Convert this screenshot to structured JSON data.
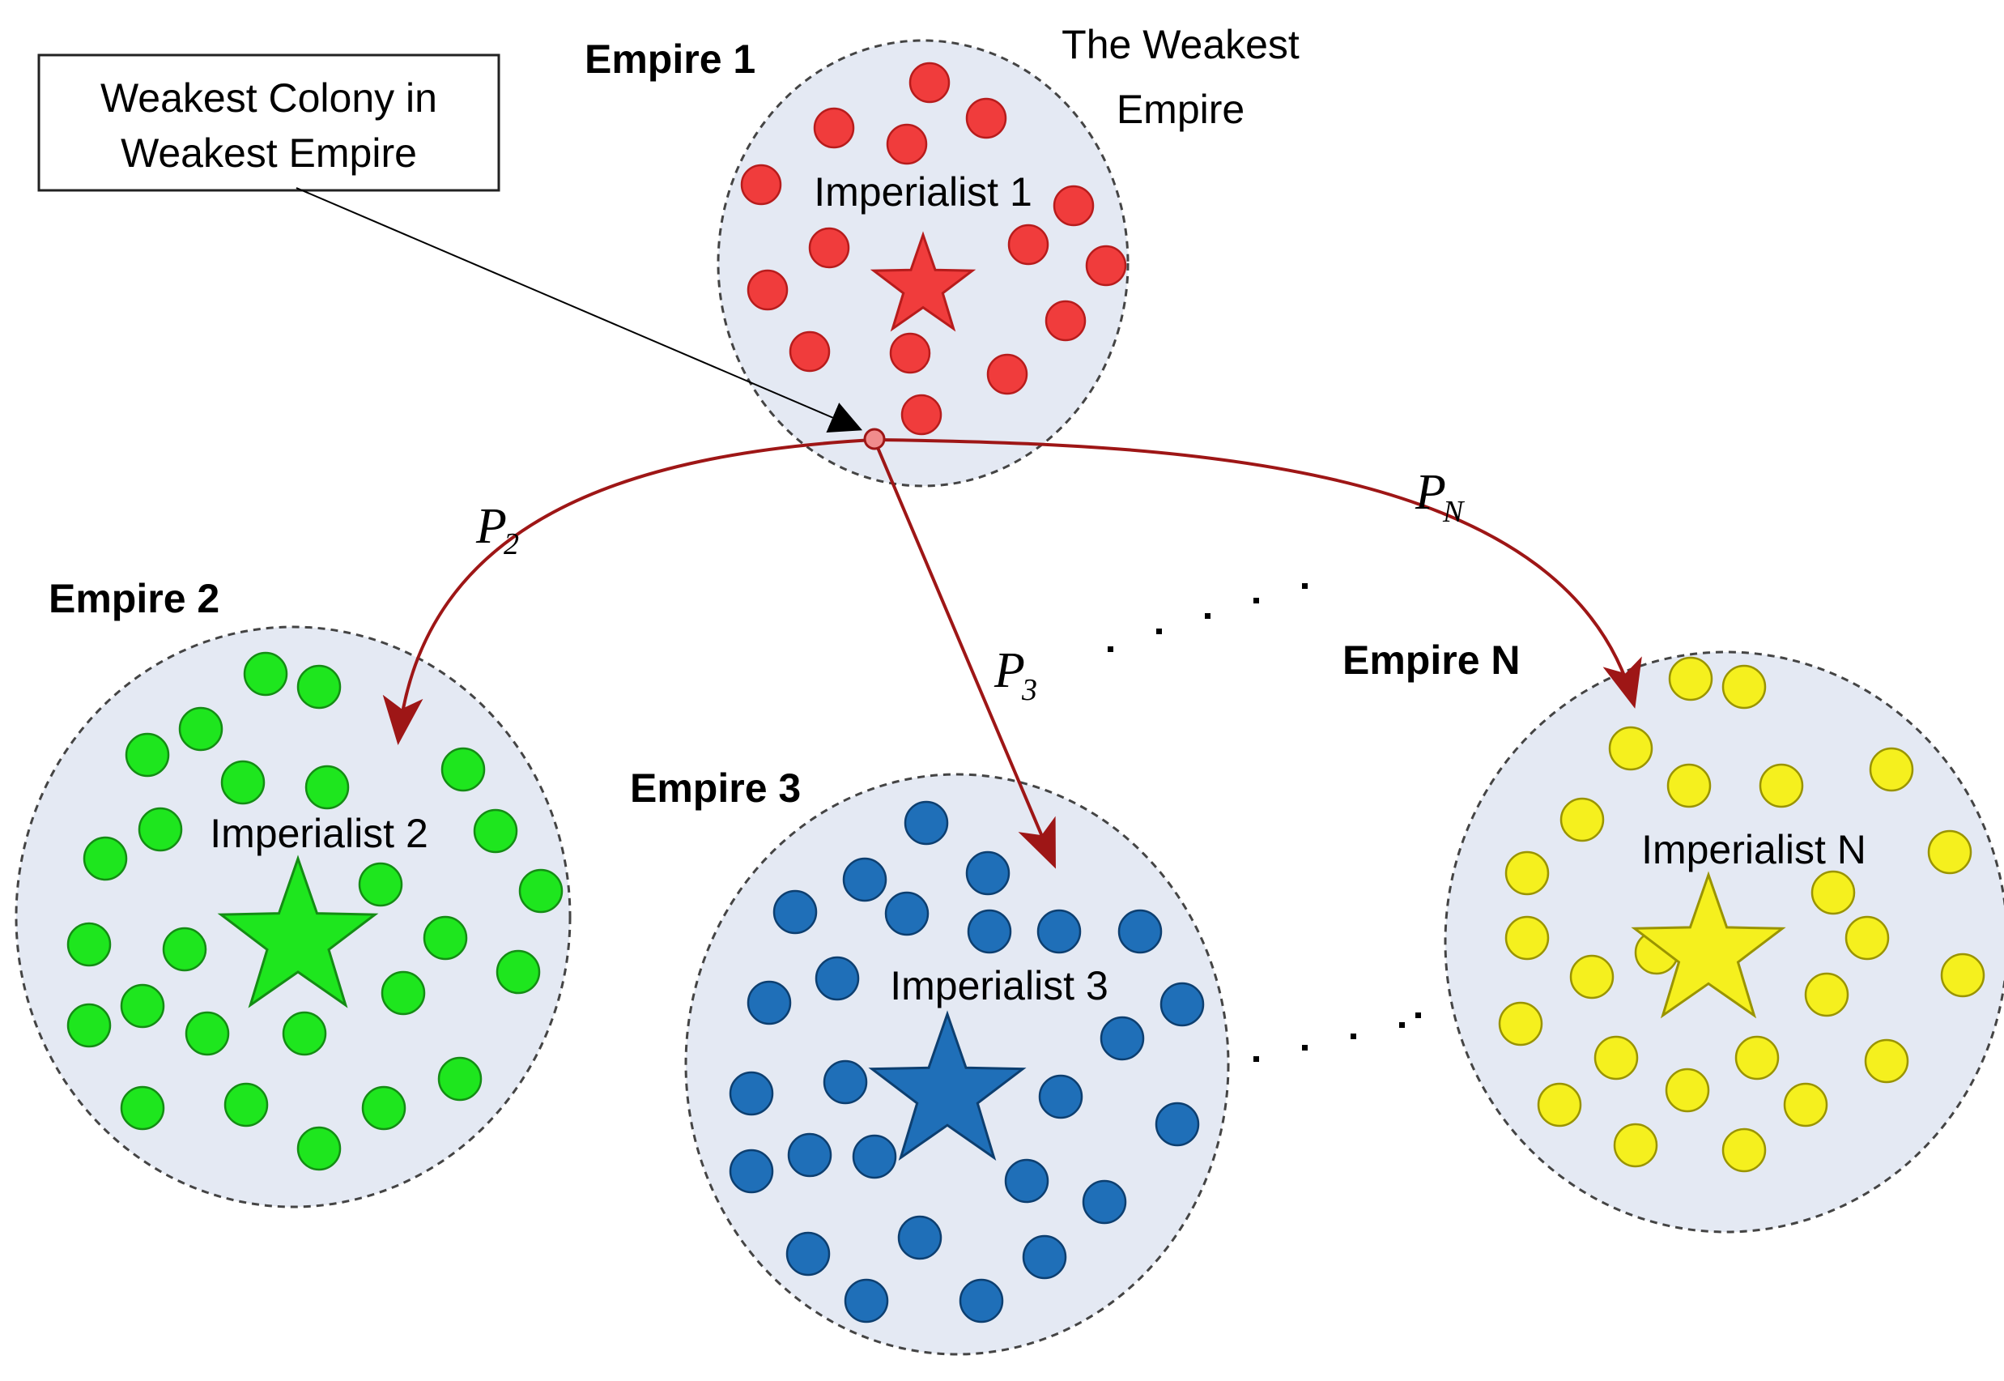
{
  "callout": {
    "line1": "Weakest Colony in",
    "line2": "Weakest Empire"
  },
  "weakest_note": {
    "line1": "The Weakest",
    "line2": "Empire"
  },
  "empires": [
    {
      "key": "e1",
      "title": "Empire 1",
      "imperialist": "Imperialist 1",
      "color": "#f03c3c",
      "stroke": "#b71c1c"
    },
    {
      "key": "e2",
      "title": "Empire 2",
      "imperialist": "Imperialist 2",
      "color": "#1ee61e",
      "stroke": "#148c14"
    },
    {
      "key": "e3",
      "title": "Empire 3",
      "imperialist": "Imperialist 3",
      "color": "#1f6fb8",
      "stroke": "#0d3f70"
    },
    {
      "key": "eN",
      "title": "Empire N",
      "imperialist": "Imperialist N",
      "color": "#f5f01e",
      "stroke": "#9a9400"
    }
  ],
  "transfers": [
    {
      "symbol": "P",
      "subscript": "2"
    },
    {
      "symbol": "P",
      "subscript": "3"
    },
    {
      "symbol": "P",
      "subscript": "N"
    }
  ],
  "colors": {
    "empire_fill": "#e4e9f3",
    "arrow": "#9e1616",
    "weakest_colony": "#f08c8c"
  }
}
